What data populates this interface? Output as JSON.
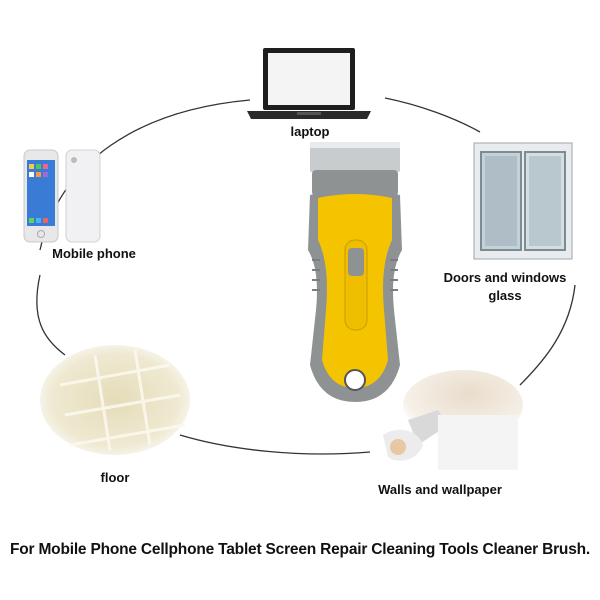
{
  "labels": {
    "laptop": "laptop",
    "mobile_phone": "Mobile phone",
    "doors_windows_line1": "Doors and windows",
    "doors_windows_line2": "glass",
    "floor": "floor",
    "walls": "Walls and wallpaper"
  },
  "caption": "For Mobile Phone Cellphone Tablet Screen Repair Cleaning Tools Cleaner Brush.",
  "colors": {
    "scraper_yellow": "#f5c400",
    "scraper_gray": "#8e9293",
    "blade_silver": "#c9ccce"
  }
}
